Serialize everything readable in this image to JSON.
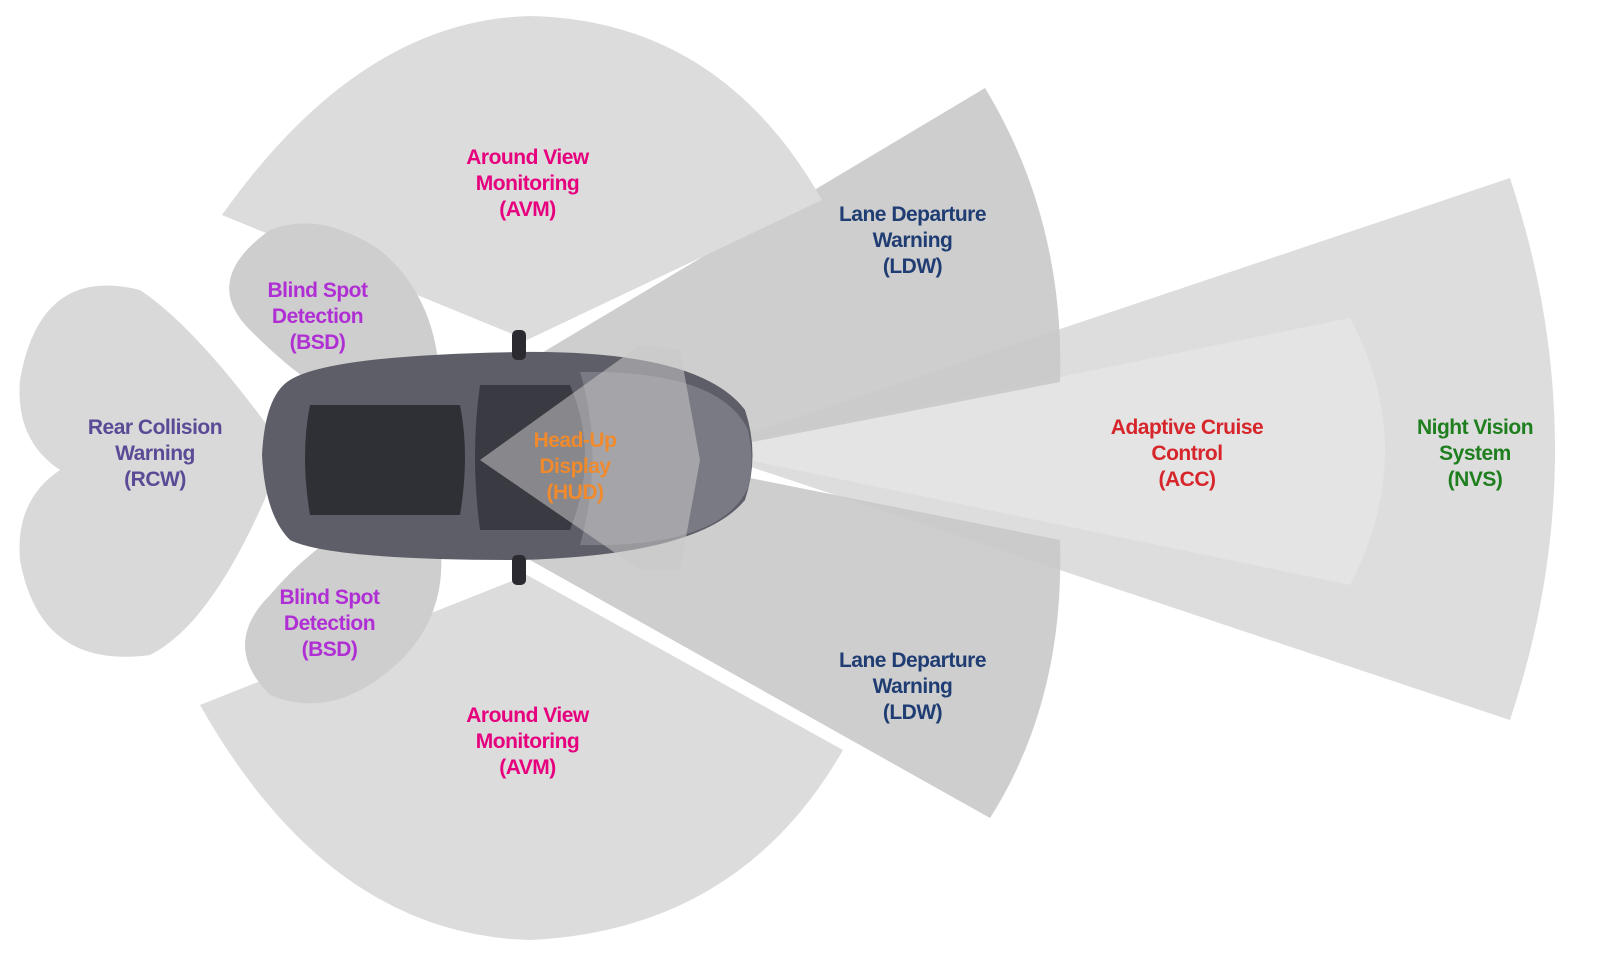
{
  "colors": {
    "zone_fill": "#d9d9d9",
    "zone_dark": "#c9c9c9",
    "car_body": "#5e5e68",
    "avm": "#e6007e",
    "bsd": "#b02fd4",
    "rcw": "#5b4a96",
    "ldw": "#1f3d73",
    "hud": "#f08a2c",
    "acc": "#d6262c",
    "nvs": "#1f7f1f"
  },
  "labels": {
    "avm_top": {
      "line1": "Around View",
      "line2": "Monitoring",
      "line3": "(AVM)"
    },
    "avm_bottom": {
      "line1": "Around View",
      "line2": "Monitoring",
      "line3": "(AVM)"
    },
    "bsd_top": {
      "line1": "Blind Spot",
      "line2": "Detection",
      "line3": "(BSD)"
    },
    "bsd_bottom": {
      "line1": "Blind Spot",
      "line2": "Detection",
      "line3": "(BSD)"
    },
    "rcw": {
      "line1": "Rear Collision",
      "line2": "Warning",
      "line3": "(RCW)"
    },
    "ldw_top": {
      "line1": "Lane Departure",
      "line2": "Warning",
      "line3": "(LDW)"
    },
    "ldw_bottom": {
      "line1": "Lane Departure",
      "line2": "Warning",
      "line3": "(LDW)"
    },
    "hud": {
      "line1": "Head-Up",
      "line2": "Display",
      "line3": "(HUD)"
    },
    "acc": {
      "line1": "Adaptive Cruise",
      "line2": "Control",
      "line3": "(ACC)"
    },
    "nvs": {
      "line1": "Night Vision",
      "line2": "System",
      "line3": "(NVS)"
    }
  }
}
